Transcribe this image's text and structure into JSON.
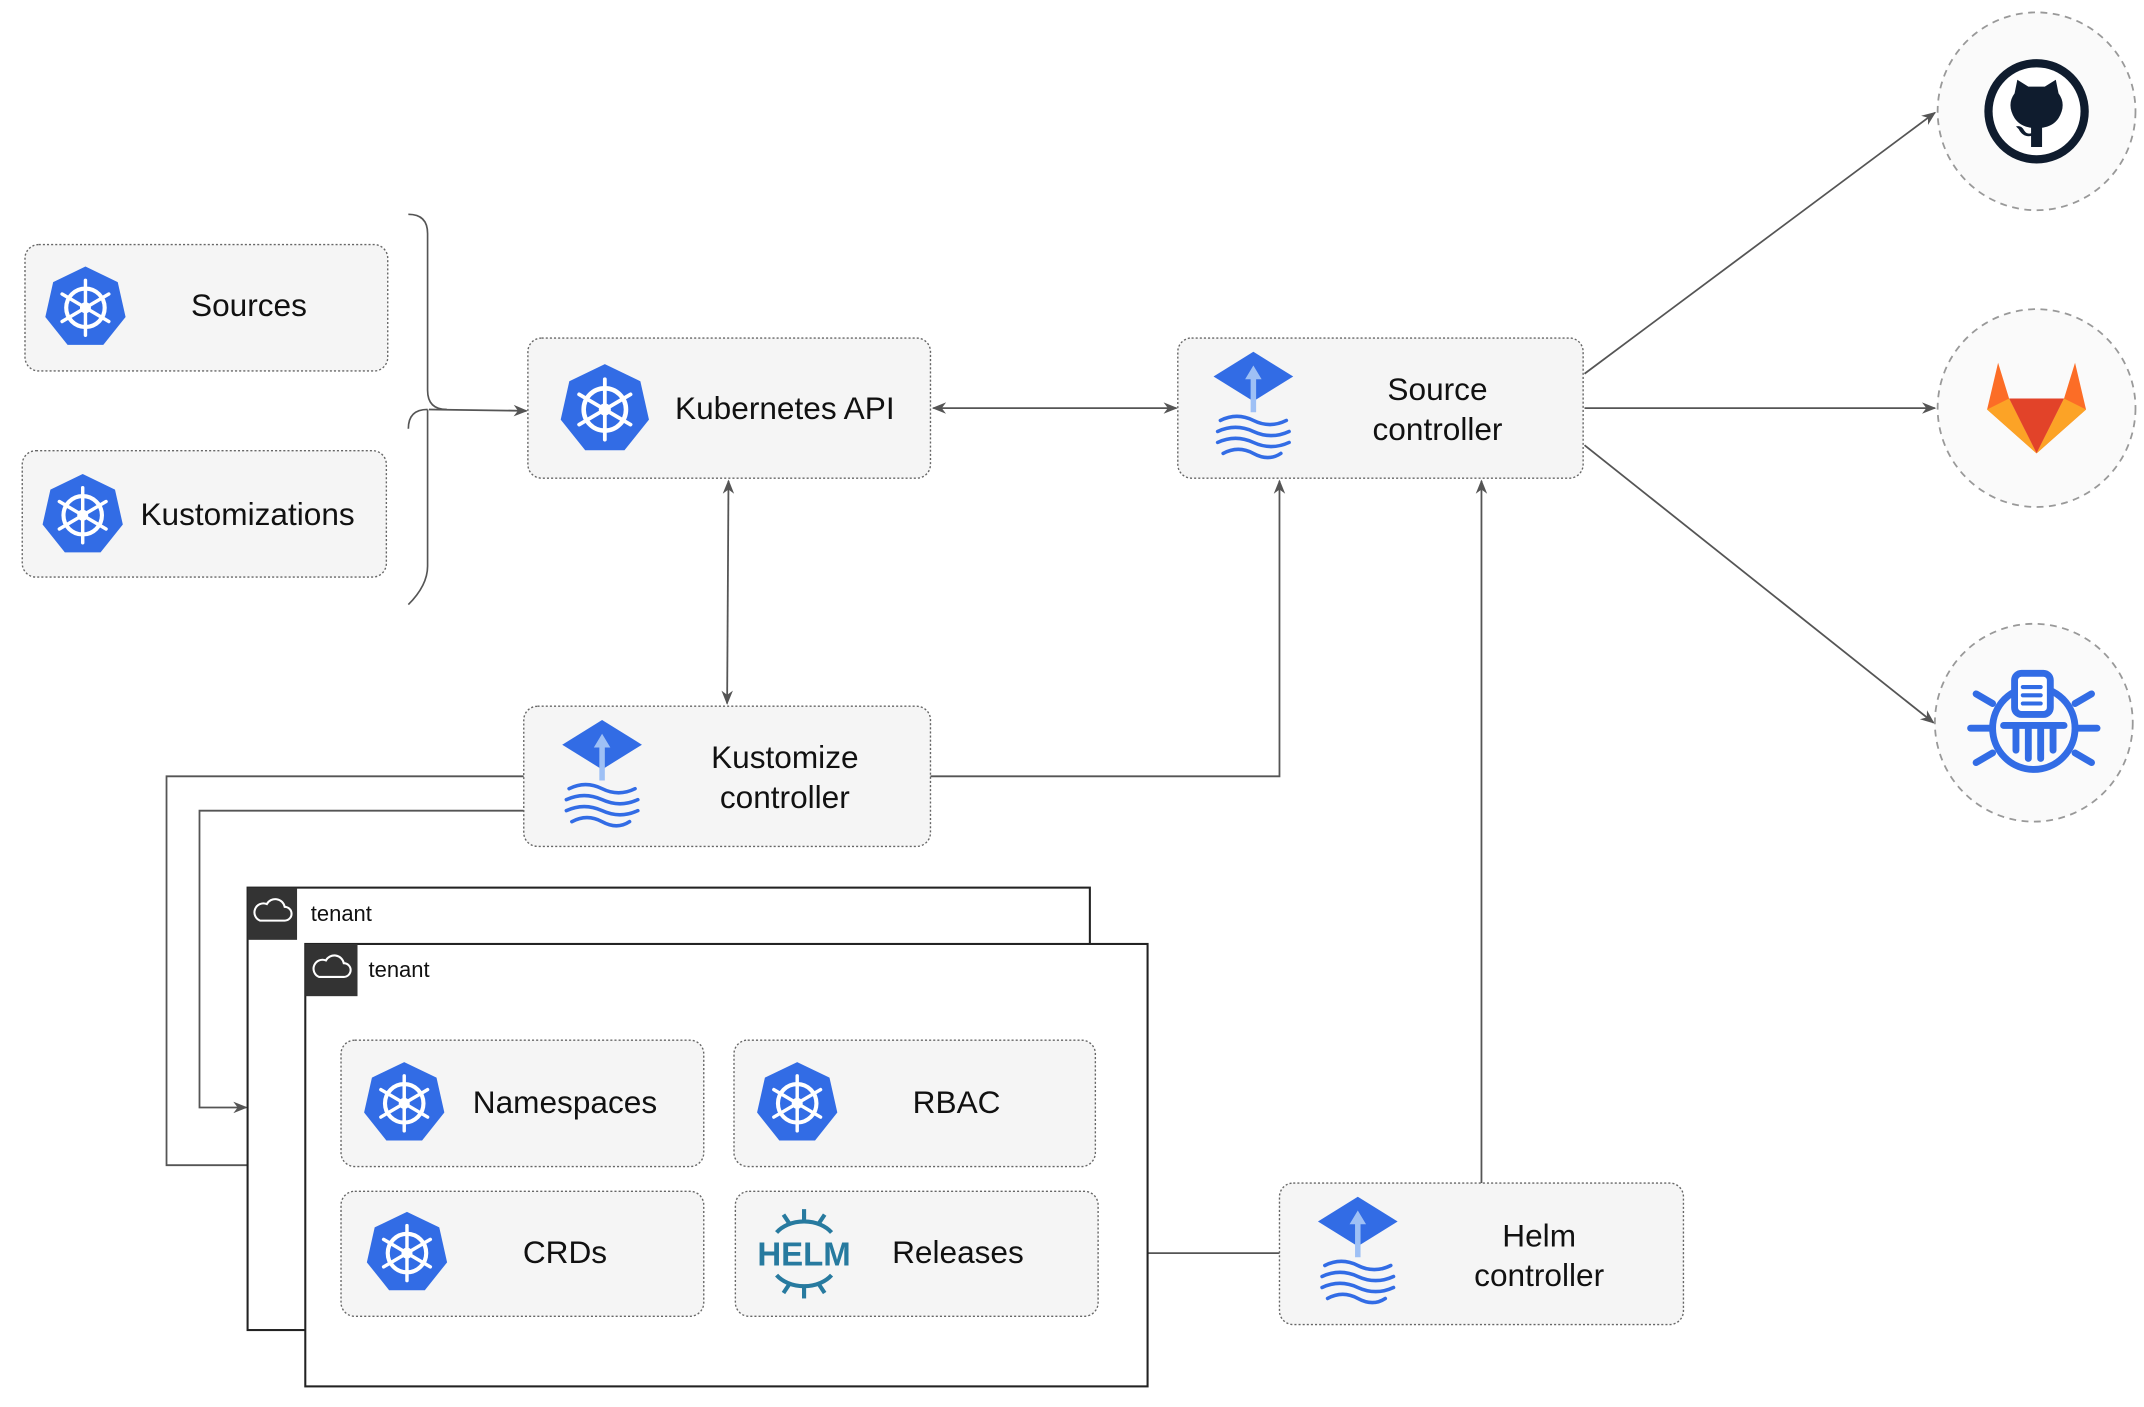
{
  "nodes": {
    "sources": "Sources",
    "kustomizations": "Kustomizations",
    "kubernetes_api": "Kubernetes API",
    "source_controller": [
      "Source",
      "controller"
    ],
    "kustomize_controller": [
      "Kustomize",
      "controller"
    ],
    "helm_controller": [
      "Helm",
      "controller"
    ],
    "namespaces": "Namespaces",
    "rbac": "RBAC",
    "crds": "CRDs",
    "releases": "Releases"
  },
  "tenants": [
    "tenant",
    "tenant"
  ],
  "helm_logo_text": "HELM",
  "external_sources": [
    "github-icon",
    "gitlab-icon",
    "bucket-icon"
  ],
  "colors": {
    "kubernetes_blue": "#326CE5",
    "helm_blue": "#277A9F",
    "github_dark": "#0F1C2E",
    "gitlab_orange": "#E24329"
  }
}
